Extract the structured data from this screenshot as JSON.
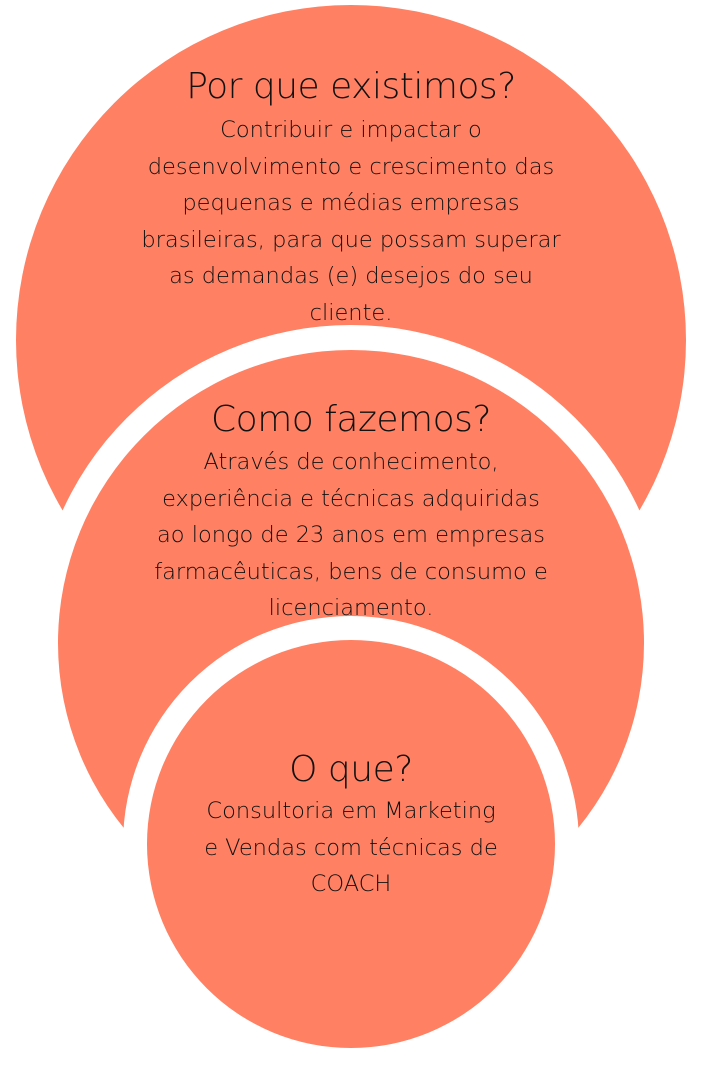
{
  "colors": {
    "fill": "#FF8062",
    "ring": "#FFFFFF",
    "text": "#111111"
  },
  "outer": {
    "title": "Por que existimos?",
    "lines": [
      "Contribuir e impactar o",
      "desenvolvimento e crescimento das",
      "pequenas e médias empresas",
      "brasileiras, para que possam superar",
      "as demandas (e) desejos do seu",
      "cliente."
    ]
  },
  "middle": {
    "title": "Como fazemos?",
    "lines": [
      "Através de conhecimento,",
      "experiência e técnicas adquiridas",
      "ao longo de 23 anos em empresas",
      "farmacêuticas, bens de consumo e",
      "licenciamento."
    ]
  },
  "inner": {
    "title": "O que?",
    "lines": [
      "Consultoria em Marketing",
      "e Vendas com técnicas de",
      "COACH"
    ]
  }
}
